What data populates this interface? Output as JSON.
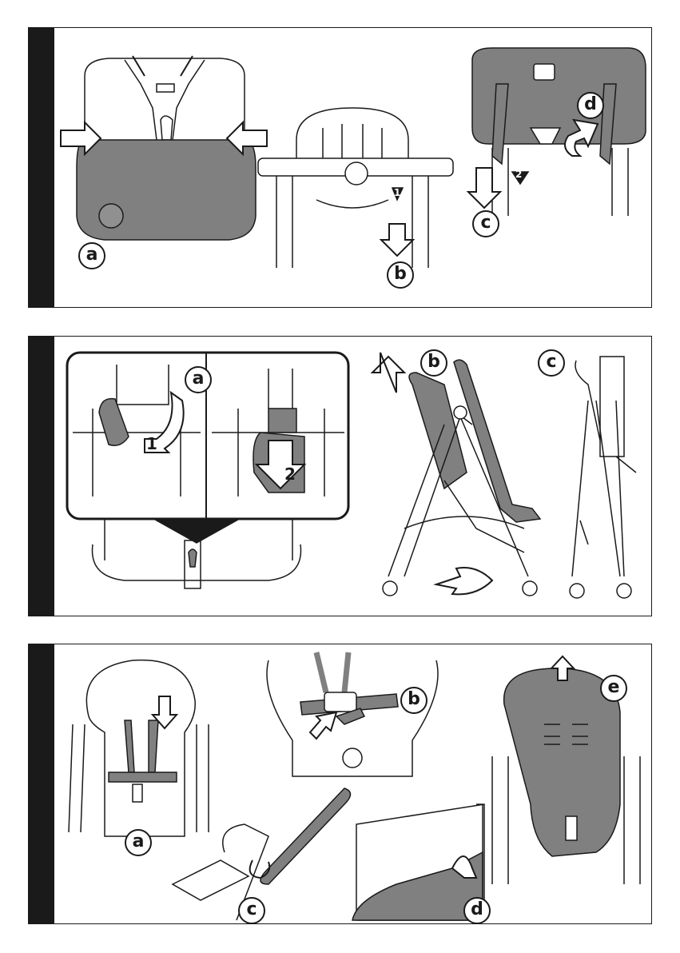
{
  "page": {
    "accent": "#808080",
    "ink": "#1a1a1a"
  },
  "panel1": {
    "labels": [
      "a",
      "b",
      "d",
      "c"
    ],
    "steps": [
      "1",
      "2"
    ]
  },
  "panel2": {
    "labels": [
      "a",
      "b",
      "c"
    ],
    "steps": [
      "1",
      "2"
    ]
  },
  "panel3": {
    "labels": [
      "a",
      "b",
      "c",
      "d",
      "e"
    ]
  },
  "icons": [
    "arrow-icon",
    "curved-arrow-icon",
    "high-chair-illustration"
  ]
}
